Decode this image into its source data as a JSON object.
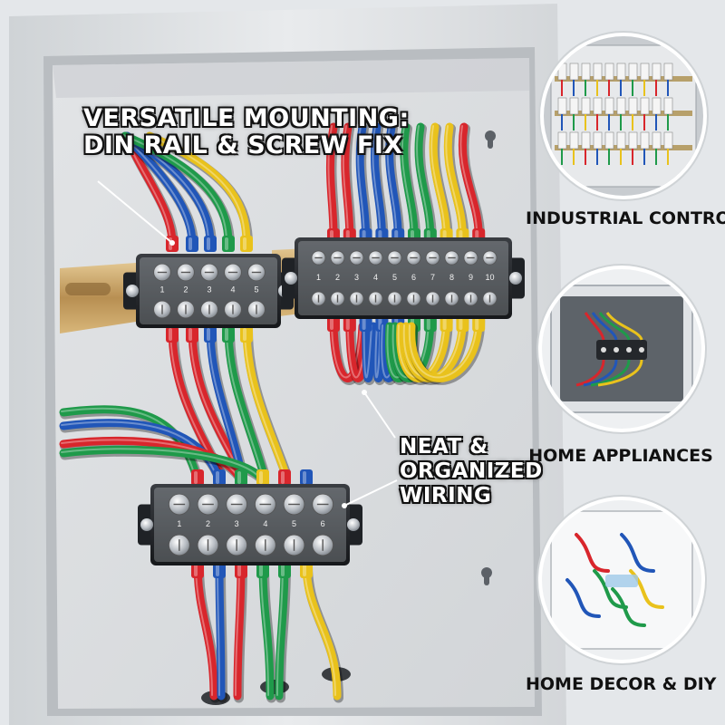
{
  "callouts": {
    "mounting_line1": "VERSATILE MOUNTING:",
    "mounting_line2": "DIN RAIL & SCREW FIX",
    "wiring_line1": "NEAT &",
    "wiring_line2": "ORGANIZED",
    "wiring_line3": "WIRING"
  },
  "categories": [
    {
      "label": "INDUSTRIAL CONTROL",
      "icon": "industrial-cabinet-icon"
    },
    {
      "label": "HOME APPLIANCES",
      "icon": "appliance-junction-box-icon"
    },
    {
      "label": "HOME DECOR & DIY",
      "icon": "diy-junction-box-icon"
    }
  ],
  "terminal_block_left": {
    "numbers": [
      "1",
      "2",
      "3",
      "4",
      "5"
    ]
  },
  "terminal_block_right": {
    "numbers": [
      "1",
      "2",
      "3",
      "4",
      "5",
      "6",
      "7",
      "8",
      "9",
      "10"
    ]
  },
  "terminal_block_bottom": {
    "numbers": [
      "1",
      "2",
      "3",
      "4",
      "5",
      "6"
    ]
  },
  "colors": {
    "red": "#d8262c",
    "blue": "#2156b8",
    "green": "#1f9a4a",
    "yellow": "#e9c21c",
    "cabinet": "#dfe2e4",
    "din_rail": "#c9a36a"
  }
}
